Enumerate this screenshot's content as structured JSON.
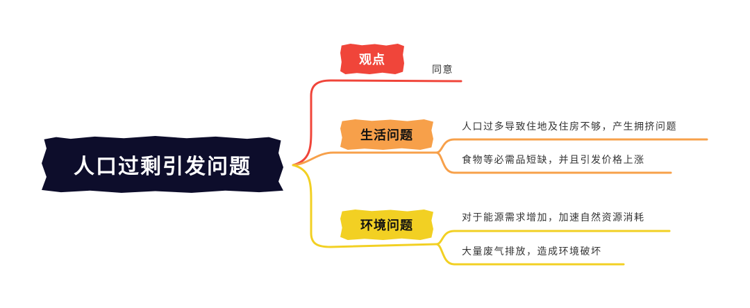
{
  "root": {
    "label": "人口过剩引发问题"
  },
  "branches": [
    {
      "label": "观点",
      "color": "#f0453a",
      "children": [
        "同意"
      ]
    },
    {
      "label": "生活问题",
      "color": "#f7a04a",
      "children": [
        "人口过多导致住地及住房不够，产生拥挤问题",
        "食物等必需品短缺，并且引发价格上涨"
      ]
    },
    {
      "label": "环境问题",
      "color": "#f2d023",
      "children": [
        "对于能源需求增加，加速自然资源消耗",
        "大量废气排放，造成环境破坏"
      ]
    }
  ]
}
